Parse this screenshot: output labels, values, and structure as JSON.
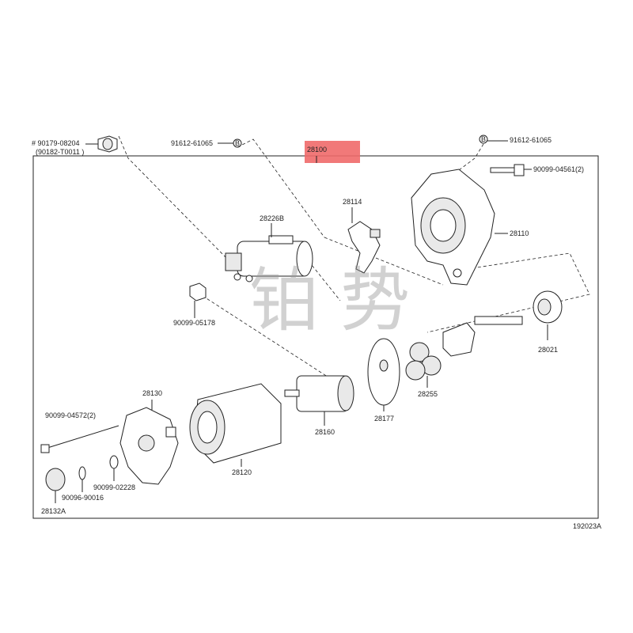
{
  "diagram": {
    "figure_code": "192023A",
    "header_left_1": "# 90179-08204",
    "header_left_2": "(90182-T0011 )",
    "header_mid": "91612-61065",
    "header_right": "91612-61065",
    "assembly_number": "28100",
    "highlight_color": "#f06a6a",
    "watermark": [
      "铂",
      "势"
    ],
    "callouts": {
      "c28226B": "28226B",
      "c28114": "28114",
      "c28110": "28110",
      "c90099_04561": "90099-04561(2)",
      "c90099_05178": "90099-05178",
      "c28021": "28021",
      "c28255": "28255",
      "c28177": "28177",
      "c28160": "28160",
      "c28130": "28130",
      "c28120": "28120",
      "c90099_04572": "90099-04572(2)",
      "c90099_02228": "90099-02228",
      "c90096_90016": "90096-90016",
      "c28132A": "28132A"
    },
    "badge_letter": "B"
  }
}
